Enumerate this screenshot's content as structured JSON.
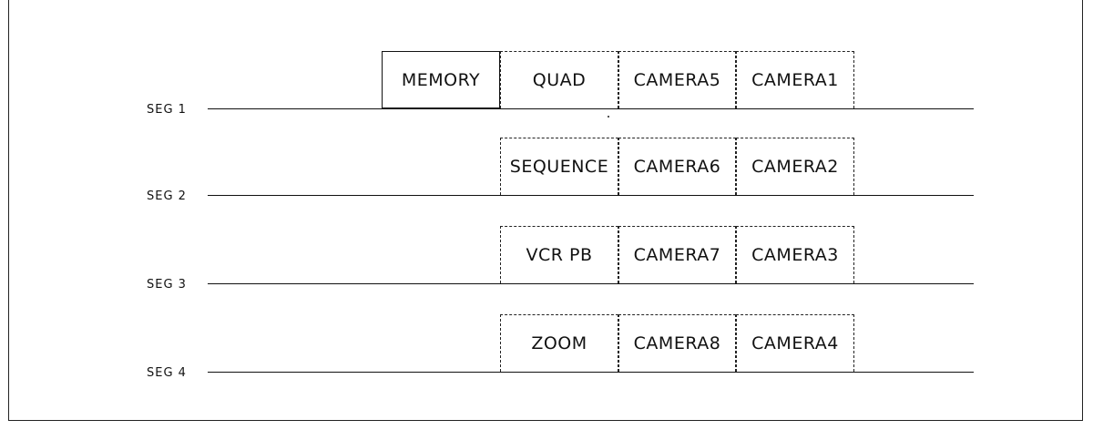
{
  "segments": [
    {
      "label": "SEG 1",
      "boxes": [
        {
          "text": "MEMORY",
          "style": "solid"
        },
        {
          "text": "QUAD",
          "style": "dashed"
        },
        {
          "text": "CAMERA5",
          "style": "dashed"
        },
        {
          "text": "CAMERA1",
          "style": "dashed"
        }
      ]
    },
    {
      "label": "SEG 2",
      "boxes": [
        {
          "text": "SEQUENCE",
          "style": "dashed"
        },
        {
          "text": "CAMERA6",
          "style": "dashed"
        },
        {
          "text": "CAMERA2",
          "style": "dashed"
        }
      ]
    },
    {
      "label": "SEG 3",
      "boxes": [
        {
          "text": "VCR PB",
          "style": "dashed"
        },
        {
          "text": "CAMERA7",
          "style": "dashed"
        },
        {
          "text": "CAMERA3",
          "style": "dashed"
        }
      ]
    },
    {
      "label": "SEG 4",
      "boxes": [
        {
          "text": "ZOOM",
          "style": "dashed"
        },
        {
          "text": "CAMERA8",
          "style": "dashed"
        },
        {
          "text": "CAMERA4",
          "style": "dashed"
        }
      ]
    }
  ],
  "colors": {
    "line": "#111111",
    "background": "#ffffff"
  }
}
